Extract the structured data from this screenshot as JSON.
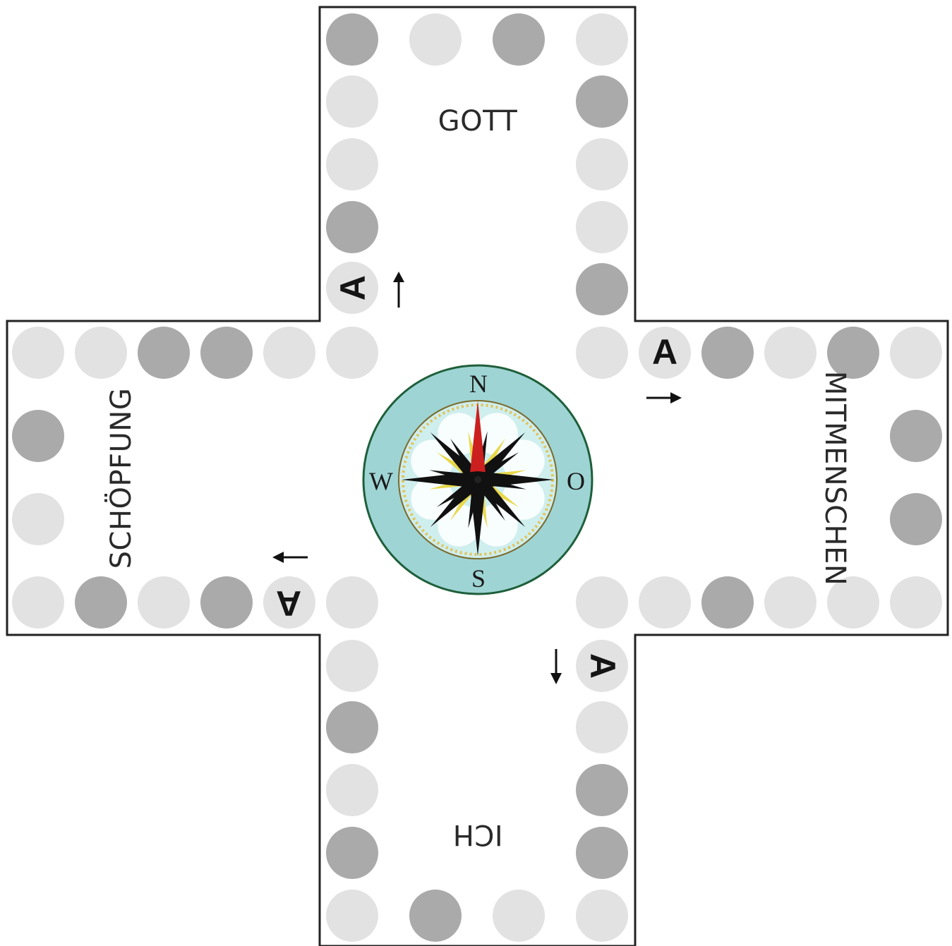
{
  "board": {
    "colors": {
      "light": "#e2e2e2",
      "dark": "#aaaaaa",
      "outline": "#222222",
      "background": "#ffffff"
    }
  },
  "arms": {
    "top": {
      "label": "GOTT"
    },
    "right": {
      "label": "MITMENSCHEN"
    },
    "bottom": {
      "label": "ICH"
    },
    "left": {
      "label": "SCHÖPFUNG"
    }
  },
  "start_fields": {
    "letter": "A"
  },
  "compass": {
    "north": "N",
    "east": "O",
    "south": "S",
    "west": "W",
    "colors": {
      "ring": "#9fd4d4",
      "face": "#cfeeee",
      "needle": "#cc1f1f",
      "rim_dots": "#e0c45a"
    }
  }
}
